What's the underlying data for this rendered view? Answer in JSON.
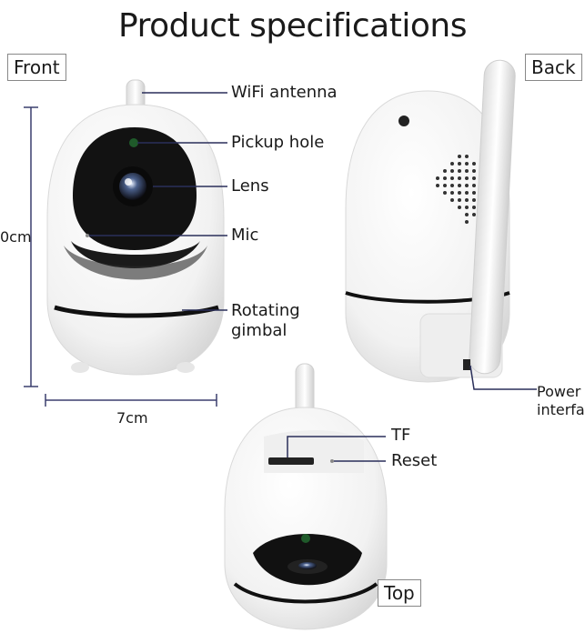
{
  "title": "Product specifications",
  "views": {
    "front": "Front",
    "back": "Back",
    "top": "Top"
  },
  "callouts": {
    "wifi_antenna": "WiFi antenna",
    "pickup_hole": "Pickup hole",
    "lens": "Lens",
    "mic": "Mic",
    "rotating_gimbal_line1": "Rotating",
    "rotating_gimbal_line2": "gimbal",
    "power_interface_line1": "Power",
    "power_interface_line2": "interfa",
    "tf": "TF",
    "reset": "Reset"
  },
  "dimensions": {
    "height": "0cm",
    "width": "7cm"
  },
  "colors": {
    "dimension_line": "#3b3f6e",
    "leader_line": "#2a2f5a",
    "body": "#f7f7f7",
    "dark": "#141414"
  }
}
